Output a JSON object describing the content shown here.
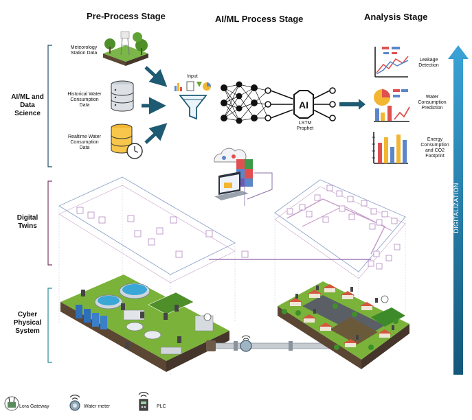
{
  "stages": {
    "pre_process": "Pre-Process Stage",
    "ai_ml_process": "AI/ML Process Stage",
    "analysis": "Analysis Stage"
  },
  "side_labels": {
    "ai_ml": "AI/ML and\nData\nScience",
    "digital_twins": "Digital\nTwins",
    "cyber_physical": "Cyber\nPhysical\nSystem"
  },
  "inputs": {
    "meteorology": "Meteorology\nStation Data",
    "historical": "Historical Water\nConsumption\nData",
    "realtime": "Realtime Water\nConsumption\nData"
  },
  "process": {
    "input_label": "Input",
    "model_label": "LSTM\nProphet",
    "ai_text": "AI"
  },
  "analysis": {
    "leakage": "Leakage\nDetection",
    "prediction": "Water\nConsumption\nPrediction",
    "energy": "Energy\nConsumption\nand CO2\nFootprint"
  },
  "digitalization": "DIGITALIZATION",
  "legend": {
    "lora": "Lora Gateway",
    "meter": "Water meter",
    "plc": "PLC"
  },
  "colors": {
    "arrow": "#1e5a72",
    "bracket": "#1f4f66",
    "dig_dark": "#14577a",
    "dig_light": "#3a9fd1",
    "grass": "#6aa531",
    "soil": "#5b4634"
  }
}
